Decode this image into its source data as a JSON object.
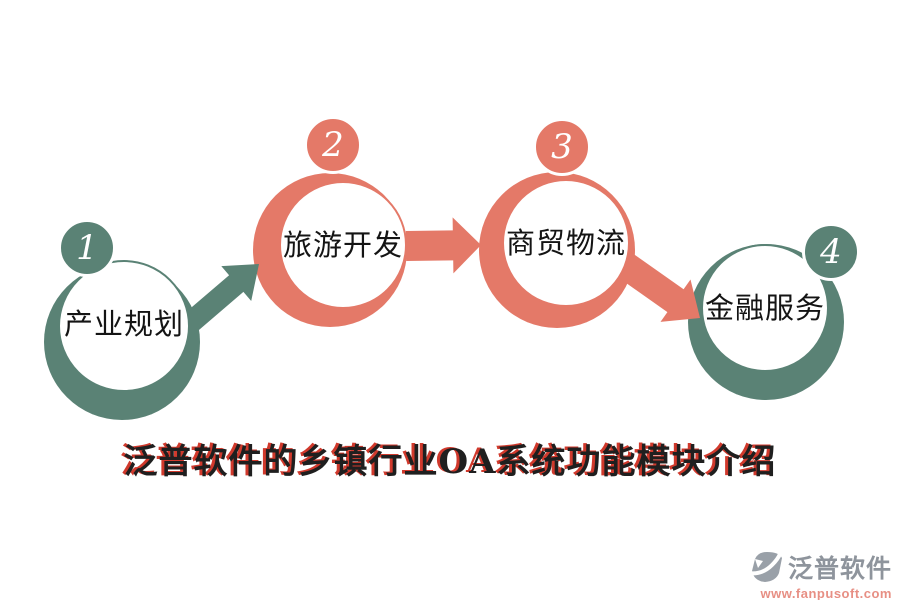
{
  "diagram": {
    "title": "泛普软件的乡镇行业OA系统功能模块介绍",
    "title_color": "#1f1f1f",
    "title_accent_color": "#d0392c",
    "nodes": [
      {
        "number": "1",
        "label": "产业规划",
        "color": "#5A8275"
      },
      {
        "number": "2",
        "label": "旅游开发",
        "color": "#E47968"
      },
      {
        "number": "3",
        "label": "商贸物流",
        "color": "#E47968"
      },
      {
        "number": "4",
        "label": "金融服务",
        "color": "#5A8275"
      }
    ],
    "arrows": [
      {
        "from": "产业规划",
        "to": "旅游开发",
        "color": "#5A8275"
      },
      {
        "from": "旅游开发",
        "to": "商贸物流",
        "color": "#E47968"
      },
      {
        "from": "商贸物流",
        "to": "金融服务",
        "color": "#E47968"
      }
    ]
  },
  "watermark": {
    "brand": "泛普软件",
    "url": "www.fanpusoft.com",
    "brand_color": "#8e949c",
    "url_color": "#e78f84",
    "icon": "fanpu-logo-icon",
    "icon_color": "#99a0a8"
  }
}
